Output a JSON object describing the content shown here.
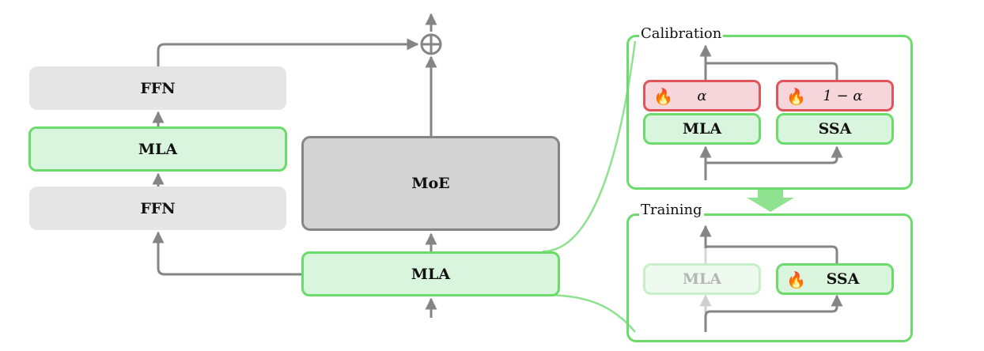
{
  "left_stack": {
    "top_block": "FFN",
    "middle_block": "MLA",
    "bottom_block": "FFN"
  },
  "center_stack": {
    "moe_block": "MoE",
    "mla_block": "MLA",
    "sum_symbol": "⊕"
  },
  "calibration_panel": {
    "title": "Calibration",
    "mla_coef": "α",
    "ssa_coef": "1 − α",
    "mla_block": "MLA",
    "ssa_block": "SSA",
    "trainable_icon": "🔥"
  },
  "training_panel": {
    "title": "Training",
    "mla_block": "MLA",
    "ssa_block": "SSA",
    "trainable_icon": "🔥"
  },
  "colors": {
    "green_border": "#6bdc6b",
    "green_fill": "#daf5dd",
    "red_border": "#df5559",
    "red_fill": "#f6d6da",
    "arrow_gray": "#858585",
    "ffn_fill": "#e5e5e5",
    "moe_fill": "#d3d3d3"
  }
}
